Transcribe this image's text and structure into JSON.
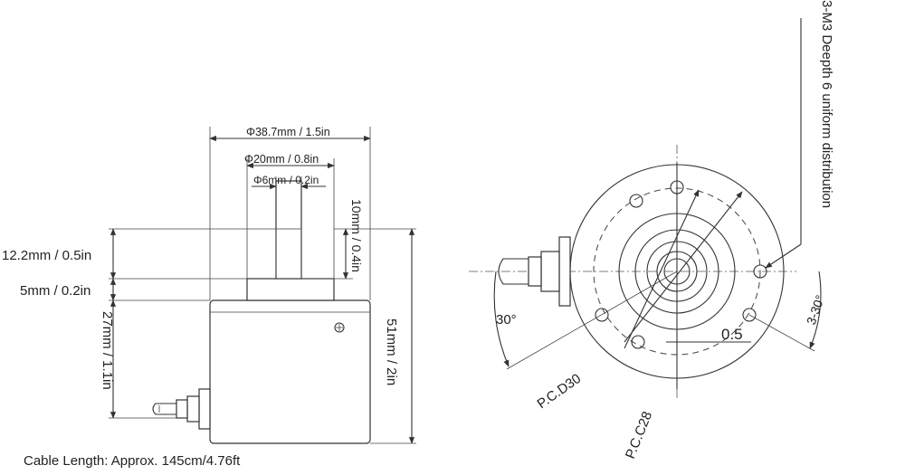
{
  "side_view": {
    "dim_body_diameter": "Φ38.7mm / 1.5in",
    "dim_boss_diameter": "Φ20mm / 0.8in",
    "dim_shaft_diameter": "Φ6mm / 0.2in",
    "dim_shaft_length": "12.2mm / 0.5in",
    "dim_flat_length": "10mm / 0.4in",
    "dim_boss_height": "5mm / 0.2in",
    "dim_body_height": "27mm / 1.1in",
    "dim_total_height": "51mm / 2in",
    "cable_length": "Cable Length: Approx. 145cm/4.76ft"
  },
  "front_view": {
    "mounting_note": "3-M3 Deepth 6 uniform distribution",
    "angle_left": "30°",
    "angle_right": "3-30°",
    "pcd30": "P.C.D30",
    "pcc28": "P.C.C28",
    "flat_depth": "0.5"
  },
  "colors": {
    "line": "#333333",
    "text": "#222222",
    "background": "#ffffff"
  }
}
